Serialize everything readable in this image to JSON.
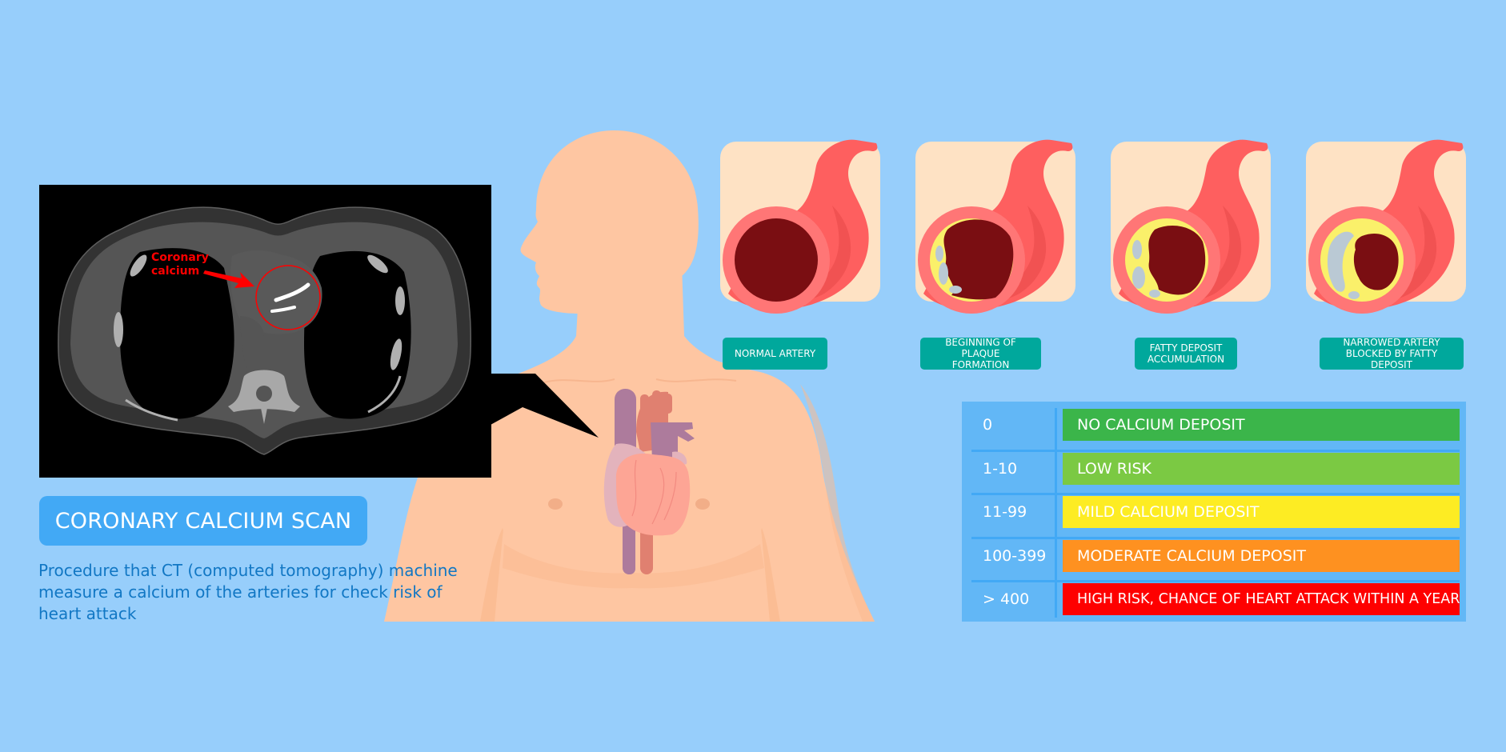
{
  "colors": {
    "background": "#97cefb",
    "skin": "#fec6a2",
    "skin_shadow": "#f9b98f",
    "card_bg": "#fee2c4",
    "artery": "#fe5f5f",
    "artery_rim": "#ff7676",
    "lumen": "#7a0e12",
    "plaque": "#faf06a",
    "calcium": "#bac9d4",
    "label_teal": "#00a89c",
    "title_blue": "#42a9f5",
    "desc_blue": "#1177c4",
    "ct_annotation_red": "#ff0000"
  },
  "ct_scan": {
    "annotation_line1": "Coronary",
    "annotation_line2": "calcium"
  },
  "title": "CORONARY CALCIUM SCAN",
  "description_lines": [
    "Procedure that CT (computed tomography) machine",
    "measure a calcium of the arteries for check risk of",
    "heart attack"
  ],
  "stages": [
    {
      "label_line1": "NORMAL ARTERY",
      "label_line2": "",
      "plaque_level": 0
    },
    {
      "label_line1": "BEGINNING OF PLAQUE",
      "label_line2": "FORMATION",
      "plaque_level": 1
    },
    {
      "label_line1": "FATTY DEPOSIT",
      "label_line2": "ACCUMULATION",
      "plaque_level": 2
    },
    {
      "label_line1": "NARROWED ARTERY",
      "label_line2": "BLOCKED BY FATTY DEPOSIT",
      "plaque_level": 3
    }
  ],
  "score_table": {
    "rows": [
      {
        "score": "0",
        "meaning": "NO CALCIUM DEPOSIT",
        "color": "#3bb54a"
      },
      {
        "score": "1-10",
        "meaning": "LOW RISK",
        "color": "#7bc943"
      },
      {
        "score": "11-99",
        "meaning": "MILD CALCIUM DEPOSIT",
        "color": "#fdec23"
      },
      {
        "score": "100-399",
        "meaning": "MODERATE CALCIUM DEPOSIT",
        "color": "#fe9120"
      },
      {
        "score": "> 400",
        "meaning": "HIGH RISK, CHANCE OF HEART ATTACK WITHIN A YEAR",
        "color": "#fe0000"
      }
    ]
  }
}
